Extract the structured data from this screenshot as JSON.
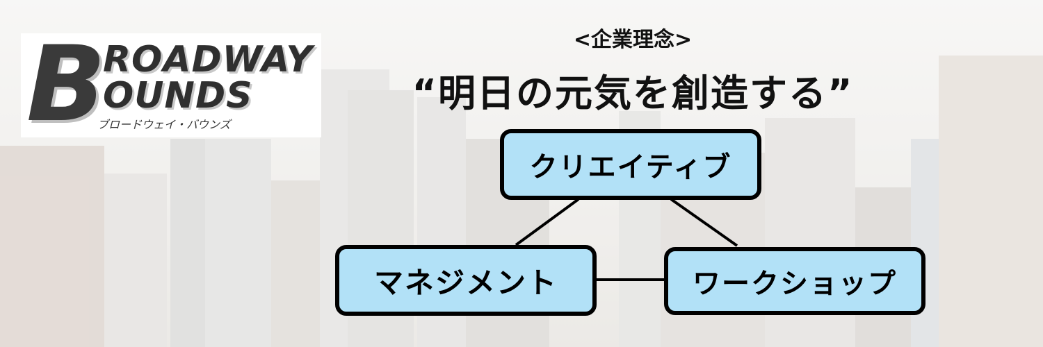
{
  "logo": {
    "big_letter": "B",
    "line1": "ROADWAY",
    "line2": "OUNDS",
    "kana": "ブロードウェイ・バウンズ"
  },
  "header": {
    "subtitle": "<企業理念>",
    "title": "“明日の元気を創造する”"
  },
  "diagram": {
    "nodes": [
      {
        "label": "クリエイティブ"
      },
      {
        "label": "マネジメント"
      },
      {
        "label": "ワークショップ"
      }
    ],
    "node_fill": "#b2e1f7",
    "node_border": "#000000"
  }
}
